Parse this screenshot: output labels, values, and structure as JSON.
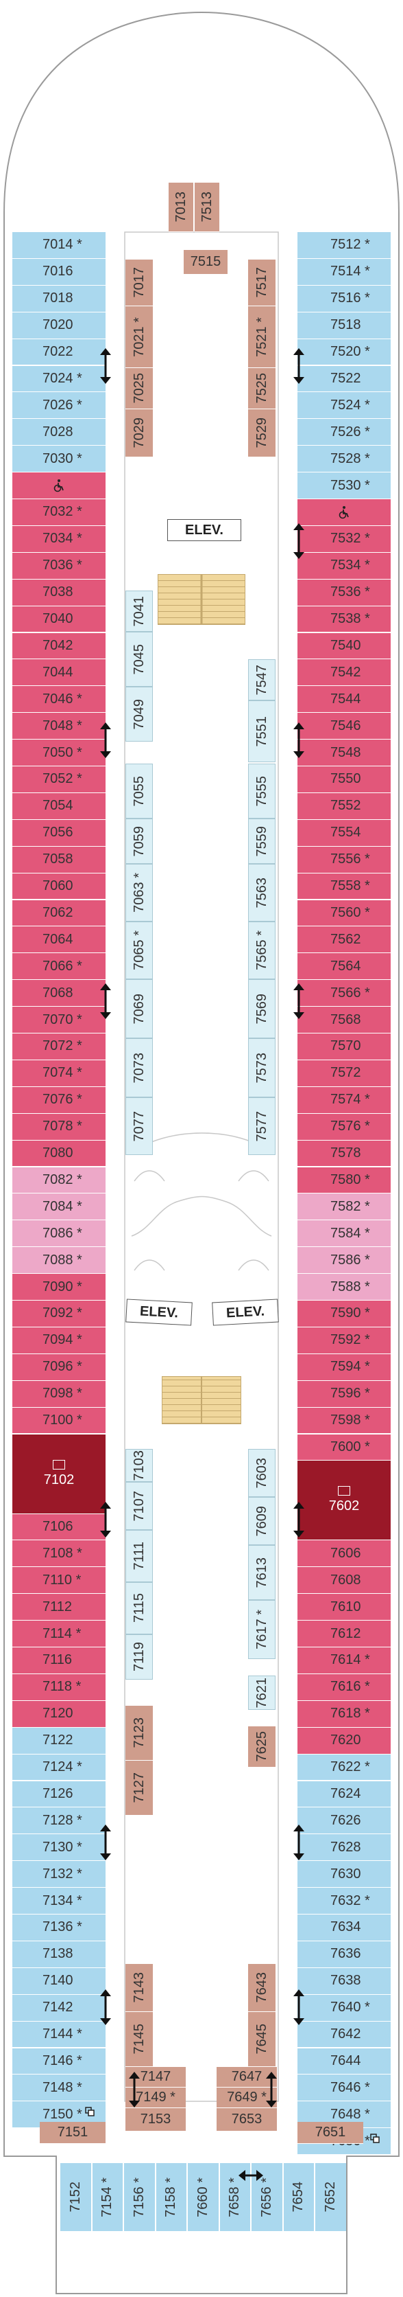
{
  "deck": {
    "elevator_label": "ELEV.",
    "colors": {
      "balcony_blue": "#aad8ee",
      "cabin_red": "#e2577a",
      "cabin_pink": "#eda8c8",
      "cabin_tan": "#cf9d8c",
      "suite_dark": "#9a1828",
      "interior_light": "#dcf0f6"
    },
    "top_center": [
      "7013",
      "7513"
    ],
    "top_center_room": "7515",
    "left_column": [
      {
        "n": "7014 *",
        "c": "blue"
      },
      {
        "n": "7016",
        "c": "blue"
      },
      {
        "n": "7018",
        "c": "blue"
      },
      {
        "n": "7020",
        "c": "blue"
      },
      {
        "n": "7022",
        "c": "blue"
      },
      {
        "n": "7024 *",
        "c": "blue"
      },
      {
        "n": "7026 *",
        "c": "blue"
      },
      {
        "n": "7028",
        "c": "blue"
      },
      {
        "n": "7030 *",
        "c": "blue"
      },
      {
        "n": "",
        "c": "red",
        "accessible": true
      },
      {
        "n": "7032 *",
        "c": "red"
      },
      {
        "n": "7034 *",
        "c": "red"
      },
      {
        "n": "7036 *",
        "c": "red"
      },
      {
        "n": "7038",
        "c": "red"
      },
      {
        "n": "7040",
        "c": "red"
      },
      {
        "n": "7042",
        "c": "red"
      },
      {
        "n": "7044",
        "c": "red"
      },
      {
        "n": "7046 *",
        "c": "red"
      },
      {
        "n": "7048 *",
        "c": "red"
      },
      {
        "n": "7050 *",
        "c": "red"
      },
      {
        "n": "7052 *",
        "c": "red"
      },
      {
        "n": "7054",
        "c": "red"
      },
      {
        "n": "7056",
        "c": "red"
      },
      {
        "n": "7058",
        "c": "red"
      },
      {
        "n": "7060",
        "c": "red"
      },
      {
        "n": "7062",
        "c": "red"
      },
      {
        "n": "7064",
        "c": "red"
      },
      {
        "n": "7066 *",
        "c": "red"
      },
      {
        "n": "7068",
        "c": "red"
      },
      {
        "n": "7070 *",
        "c": "red"
      },
      {
        "n": "7072 *",
        "c": "red"
      },
      {
        "n": "7074 *",
        "c": "red"
      },
      {
        "n": "7076 *",
        "c": "red"
      },
      {
        "n": "7078 *",
        "c": "red"
      },
      {
        "n": "7080",
        "c": "red"
      },
      {
        "n": "7082 *",
        "c": "pink"
      },
      {
        "n": "7084 *",
        "c": "pink"
      },
      {
        "n": "7086 *",
        "c": "pink"
      },
      {
        "n": "7088 *",
        "c": "pink"
      },
      {
        "n": "7090 *",
        "c": "red"
      },
      {
        "n": "7092 *",
        "c": "red"
      },
      {
        "n": "7094 *",
        "c": "red"
      },
      {
        "n": "7096 *",
        "c": "red"
      },
      {
        "n": "7098 *",
        "c": "red"
      },
      {
        "n": "7100 *",
        "c": "red"
      },
      {
        "n": "7102",
        "c": "dark",
        "tall": true
      },
      {
        "n": "7106",
        "c": "red"
      },
      {
        "n": "7108 *",
        "c": "red"
      },
      {
        "n": "7110 *",
        "c": "red"
      },
      {
        "n": "7112",
        "c": "red"
      },
      {
        "n": "7114 *",
        "c": "red"
      },
      {
        "n": "7116",
        "c": "red"
      },
      {
        "n": "7118 *",
        "c": "red"
      },
      {
        "n": "7120",
        "c": "red"
      },
      {
        "n": "7122",
        "c": "blue"
      },
      {
        "n": "7124 *",
        "c": "blue"
      },
      {
        "n": "7126",
        "c": "blue"
      },
      {
        "n": "7128 *",
        "c": "blue"
      },
      {
        "n": "7130 *",
        "c": "blue"
      },
      {
        "n": "7132 *",
        "c": "blue"
      },
      {
        "n": "7134 *",
        "c": "blue"
      },
      {
        "n": "7136 *",
        "c": "blue"
      },
      {
        "n": "7138",
        "c": "blue"
      },
      {
        "n": "7140",
        "c": "blue"
      },
      {
        "n": "7142",
        "c": "blue"
      },
      {
        "n": "7144 *",
        "c": "blue"
      },
      {
        "n": "7146 *",
        "c": "blue"
      },
      {
        "n": "7148 *",
        "c": "blue"
      },
      {
        "n": "7150 *",
        "c": "blue",
        "connect": true
      }
    ],
    "right_column": [
      {
        "n": "7512 *",
        "c": "blue"
      },
      {
        "n": "7514 *",
        "c": "blue"
      },
      {
        "n": "7516 *",
        "c": "blue"
      },
      {
        "n": "7518",
        "c": "blue"
      },
      {
        "n": "7520 *",
        "c": "blue"
      },
      {
        "n": "7522",
        "c": "blue"
      },
      {
        "n": "7524 *",
        "c": "blue"
      },
      {
        "n": "7526 *",
        "c": "blue"
      },
      {
        "n": "7528 *",
        "c": "blue"
      },
      {
        "n": "7530 *",
        "c": "blue"
      },
      {
        "n": "",
        "c": "red",
        "accessible": true
      },
      {
        "n": "7532 *",
        "c": "red"
      },
      {
        "n": "7534 *",
        "c": "red"
      },
      {
        "n": "7536 *",
        "c": "red"
      },
      {
        "n": "7538 *",
        "c": "red"
      },
      {
        "n": "7540",
        "c": "red"
      },
      {
        "n": "7542",
        "c": "red"
      },
      {
        "n": "7544",
        "c": "red"
      },
      {
        "n": "7546",
        "c": "red"
      },
      {
        "n": "7548",
        "c": "red"
      },
      {
        "n": "7550",
        "c": "red"
      },
      {
        "n": "7552",
        "c": "red"
      },
      {
        "n": "7554",
        "c": "red"
      },
      {
        "n": "7556 *",
        "c": "red"
      },
      {
        "n": "7558 *",
        "c": "red"
      },
      {
        "n": "7560 *",
        "c": "red"
      },
      {
        "n": "7562",
        "c": "red"
      },
      {
        "n": "7564",
        "c": "red"
      },
      {
        "n": "7566 *",
        "c": "red"
      },
      {
        "n": "7568",
        "c": "red"
      },
      {
        "n": "7570",
        "c": "red"
      },
      {
        "n": "7572",
        "c": "red"
      },
      {
        "n": "7574 *",
        "c": "red"
      },
      {
        "n": "7576 *",
        "c": "red"
      },
      {
        "n": "7578",
        "c": "red"
      },
      {
        "n": "7580 *",
        "c": "red"
      },
      {
        "n": "7582 *",
        "c": "pink"
      },
      {
        "n": "7584 *",
        "c": "pink"
      },
      {
        "n": "7586 *",
        "c": "pink"
      },
      {
        "n": "7588 *",
        "c": "pink"
      },
      {
        "n": "7590 *",
        "c": "red"
      },
      {
        "n": "7592 *",
        "c": "red"
      },
      {
        "n": "7594 *",
        "c": "red"
      },
      {
        "n": "7596 *",
        "c": "red"
      },
      {
        "n": "7598 *",
        "c": "red"
      },
      {
        "n": "7600 *",
        "c": "red"
      },
      {
        "n": "7602",
        "c": "dark",
        "tall": true
      },
      {
        "n": "7606",
        "c": "red"
      },
      {
        "n": "7608",
        "c": "red"
      },
      {
        "n": "7610",
        "c": "red"
      },
      {
        "n": "7612",
        "c": "red"
      },
      {
        "n": "7614 *",
        "c": "red"
      },
      {
        "n": "7616 *",
        "c": "red"
      },
      {
        "n": "7618 *",
        "c": "red"
      },
      {
        "n": "7620",
        "c": "red"
      },
      {
        "n": "7622 *",
        "c": "blue"
      },
      {
        "n": "7624",
        "c": "blue"
      },
      {
        "n": "7626",
        "c": "blue"
      },
      {
        "n": "7628",
        "c": "blue"
      },
      {
        "n": "7630",
        "c": "blue"
      },
      {
        "n": "7632 *",
        "c": "blue"
      },
      {
        "n": "7634",
        "c": "blue"
      },
      {
        "n": "7636",
        "c": "blue"
      },
      {
        "n": "7638",
        "c": "blue"
      },
      {
        "n": "7640 *",
        "c": "blue"
      },
      {
        "n": "7642",
        "c": "blue"
      },
      {
        "n": "7644",
        "c": "blue"
      },
      {
        "n": "7646 *",
        "c": "blue"
      },
      {
        "n": "7648 *",
        "c": "blue"
      },
      {
        "n": "7650 *",
        "c": "blue",
        "connect": true
      }
    ],
    "inner_left": [
      {
        "n": "7017",
        "c": "tan"
      },
      {
        "n": "7021 *",
        "c": "tan"
      },
      {
        "n": "7025",
        "c": "tan"
      },
      {
        "n": "7029",
        "c": "tan"
      },
      {
        "n": "7041",
        "c": "lightblue"
      },
      {
        "n": "7045",
        "c": "lightblue"
      },
      {
        "n": "7049",
        "c": "lightblue"
      },
      {
        "n": "7055",
        "c": "lightblue"
      },
      {
        "n": "7059",
        "c": "lightblue"
      },
      {
        "n": "7063 *",
        "c": "lightblue"
      },
      {
        "n": "7065 *",
        "c": "lightblue"
      },
      {
        "n": "7069",
        "c": "lightblue"
      },
      {
        "n": "7073",
        "c": "lightblue"
      },
      {
        "n": "7077",
        "c": "lightblue"
      },
      {
        "n": "7103",
        "c": "lightblue"
      },
      {
        "n": "7107",
        "c": "lightblue"
      },
      {
        "n": "7111",
        "c": "lightblue"
      },
      {
        "n": "7115",
        "c": "lightblue"
      },
      {
        "n": "7119",
        "c": "lightblue"
      },
      {
        "n": "7123",
        "c": "tan"
      },
      {
        "n": "7127",
        "c": "tan"
      },
      {
        "n": "7143",
        "c": "tan"
      },
      {
        "n": "7145",
        "c": "tan"
      }
    ],
    "inner_right": [
      {
        "n": "7517",
        "c": "tan"
      },
      {
        "n": "7521 *",
        "c": "tan"
      },
      {
        "n": "7525",
        "c": "tan"
      },
      {
        "n": "7529",
        "c": "tan"
      },
      {
        "n": "7547",
        "c": "lightblue"
      },
      {
        "n": "7551",
        "c": "lightblue"
      },
      {
        "n": "7555",
        "c": "lightblue"
      },
      {
        "n": "7559",
        "c": "lightblue"
      },
      {
        "n": "7563",
        "c": "lightblue"
      },
      {
        "n": "7565 *",
        "c": "lightblue"
      },
      {
        "n": "7569",
        "c": "lightblue"
      },
      {
        "n": "7573",
        "c": "lightblue"
      },
      {
        "n": "7577",
        "c": "lightblue"
      },
      {
        "n": "7603",
        "c": "lightblue"
      },
      {
        "n": "7609",
        "c": "lightblue"
      },
      {
        "n": "7613",
        "c": "lightblue"
      },
      {
        "n": "7617 *",
        "c": "lightblue"
      },
      {
        "n": "7621",
        "c": "lightblue"
      },
      {
        "n": "7625",
        "c": "tan"
      },
      {
        "n": "7643",
        "c": "tan"
      },
      {
        "n": "7645",
        "c": "tan"
      }
    ],
    "bottom_inner": [
      {
        "n": "7147",
        "c": "tan"
      },
      {
        "n": "7149 *",
        "c": "tan"
      },
      {
        "n": "7153",
        "c": "tan"
      },
      {
        "n": "7647",
        "c": "tan"
      },
      {
        "n": "7649 *",
        "c": "tan"
      },
      {
        "n": "7653",
        "c": "tan"
      }
    ],
    "bottom_corners": [
      "7151",
      "7651"
    ],
    "aft_row": [
      {
        "n": "7152"
      },
      {
        "n": "7154 *"
      },
      {
        "n": "7156 *"
      },
      {
        "n": "7158 *"
      },
      {
        "n": "7660 *"
      },
      {
        "n": "7658 *"
      },
      {
        "n": "7656 *"
      },
      {
        "n": "7654"
      },
      {
        "n": "7652"
      }
    ]
  }
}
